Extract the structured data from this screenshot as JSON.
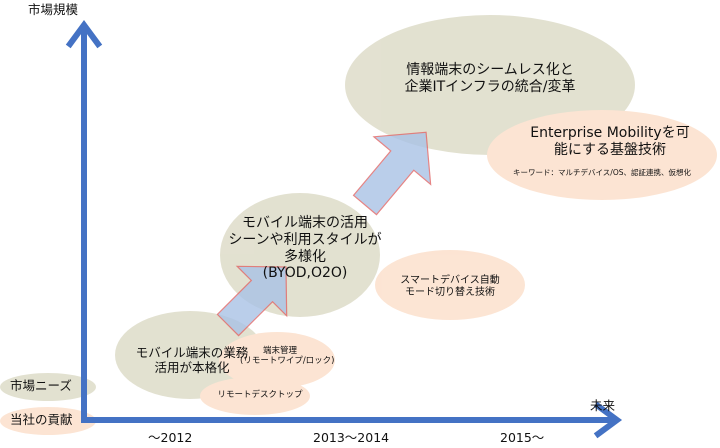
{
  "axes": {
    "y_label": "市場規模",
    "x_label": "未来"
  },
  "periods": [
    "～2012",
    "2013～2014",
    "2015～"
  ],
  "legend": {
    "needs": "市場ニーズ",
    "contribution": "当社の貢献"
  },
  "stage1": {
    "need": [
      "モバイル端末の業務",
      "活用が本格化"
    ],
    "tech1": [
      "端末管理",
      "(リモートワイプ/ロック)"
    ],
    "tech2": "リモートデスクトップ"
  },
  "stage2": {
    "need": [
      "モバイル端末の活用",
      "シーンや利用スタイルが",
      "多様化",
      "(BYOD,O2O)"
    ],
    "tech": [
      "スマートデバイス自動",
      "モード切り替え技術"
    ]
  },
  "stage3": {
    "need": [
      "情報端末のシームレス化と",
      "企業ITインフラの統合/変革"
    ],
    "tech": [
      "Enterprise Mobilityを可",
      "能にする基盤技術"
    ],
    "keywords": "キーワード：マルチデバイス/OS、認証連携、仮想化"
  },
  "colors": {
    "axis": "#4472c4",
    "need": "#d9d7c1",
    "tech": "#fbdcc5",
    "arrow_fill": "#a9c2e6",
    "arrow_stroke": "#e06666"
  }
}
